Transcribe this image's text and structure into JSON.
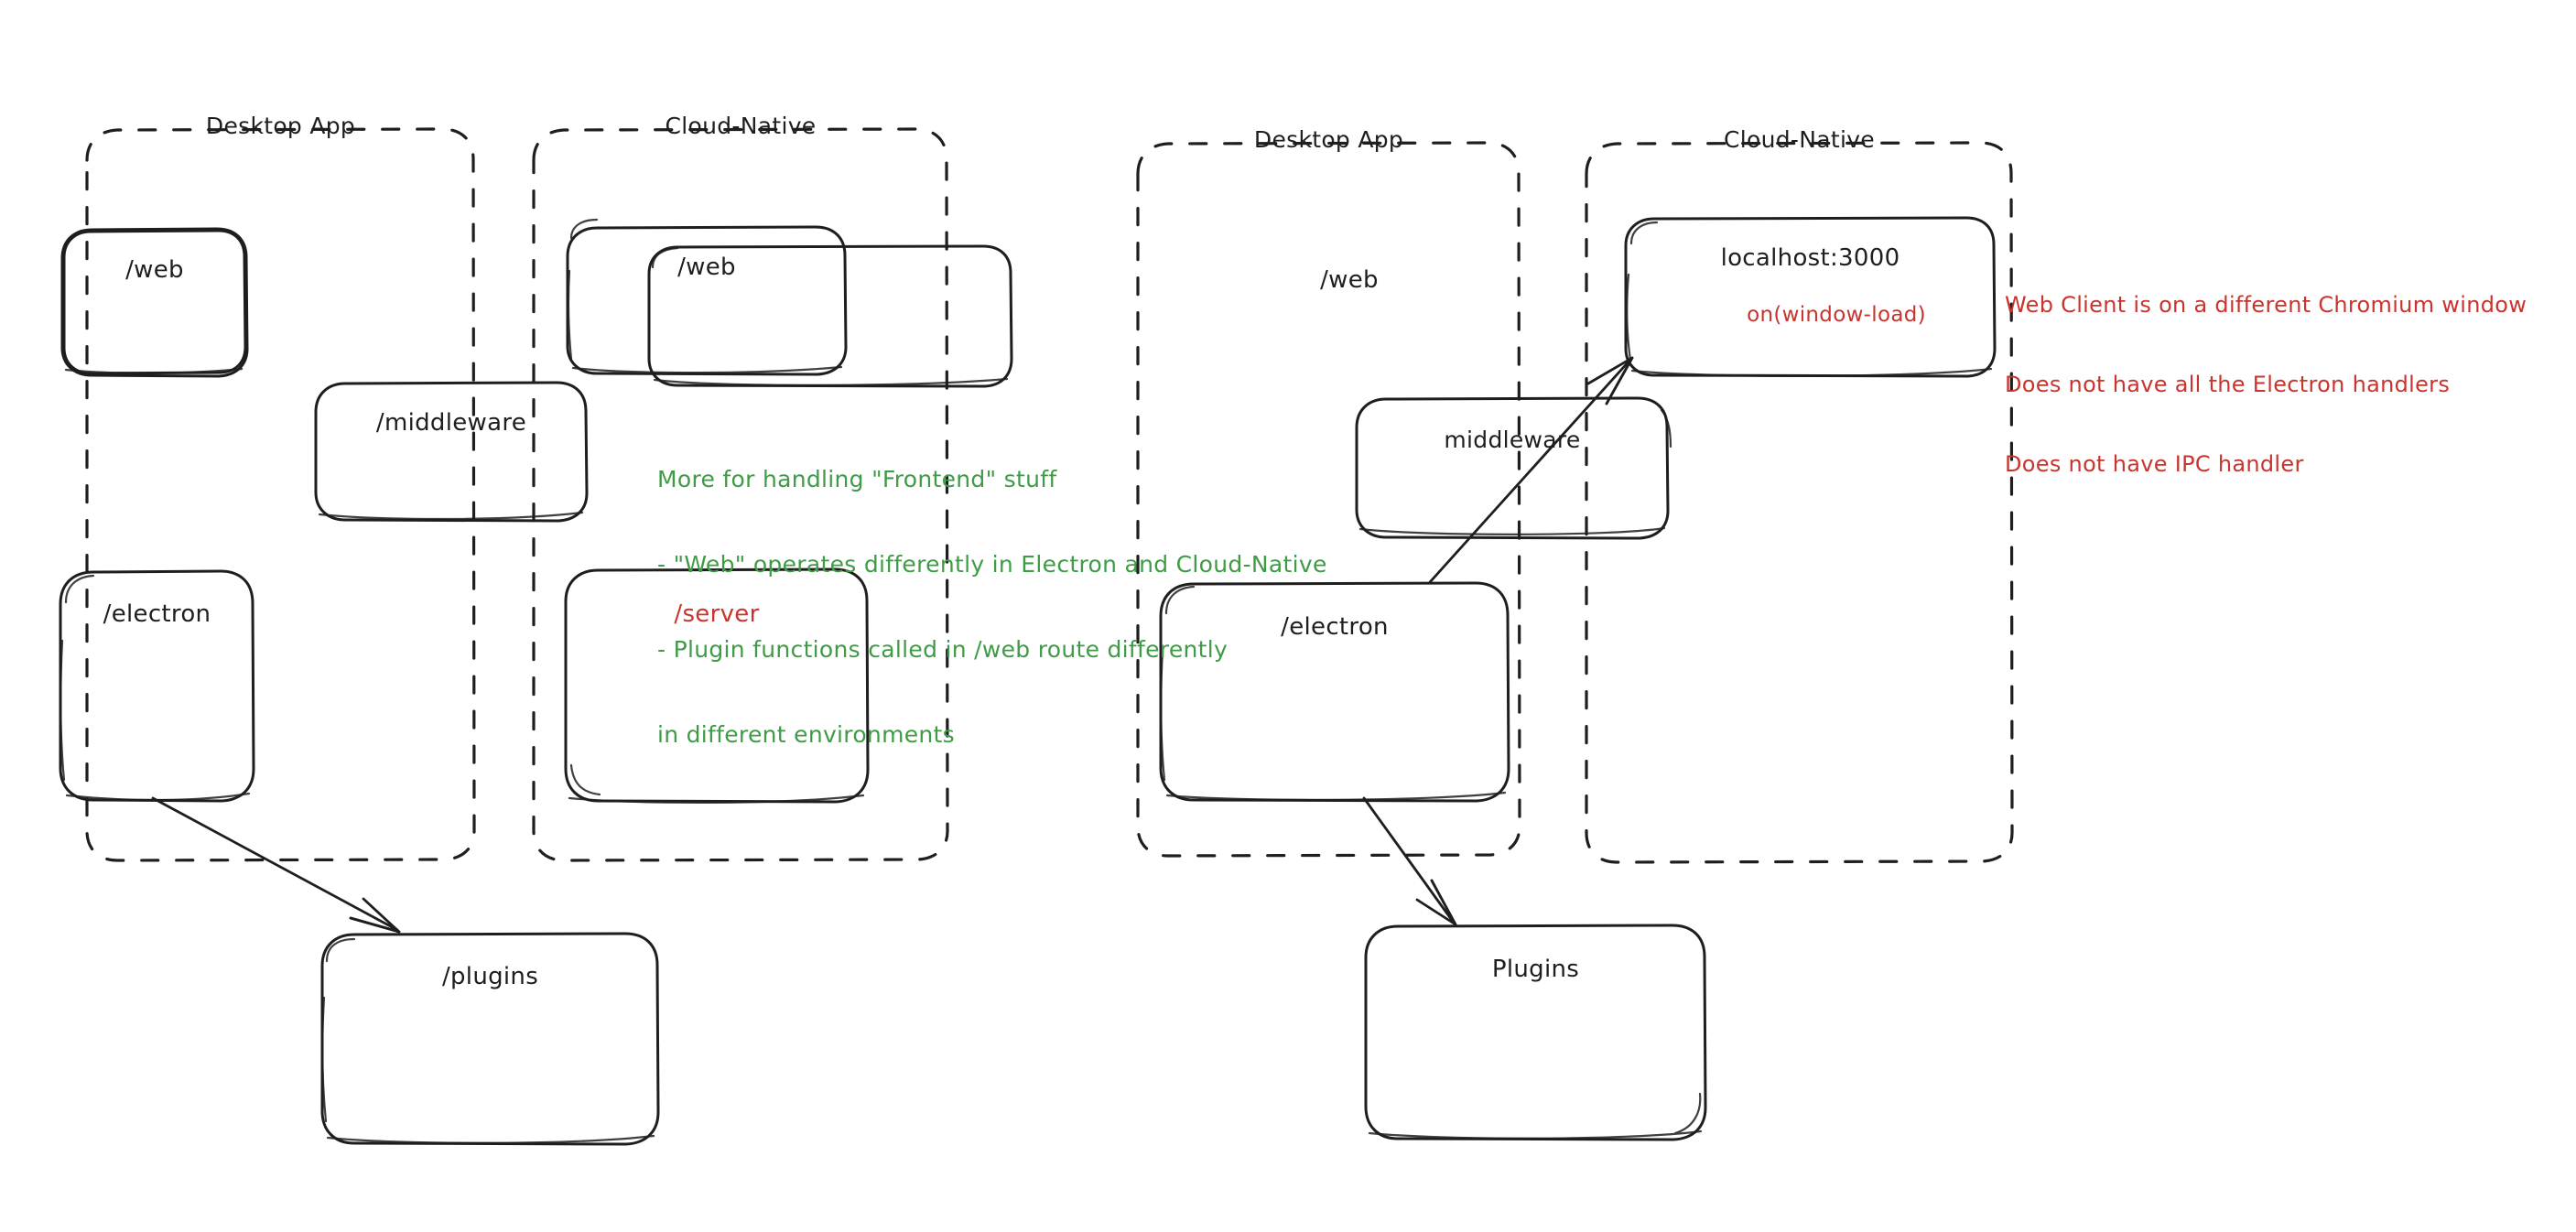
{
  "diagram": {
    "title_hidden": "",
    "colors": {
      "ink": "#1e1e1e",
      "green": "#3f9b46",
      "red": "#c9342e",
      "background": "#ffffff"
    },
    "left_diagram": {
      "groups": [
        {
          "id": "left-desktop-app",
          "label": "Desktop App"
        },
        {
          "id": "left-cloud-native",
          "label": "Cloud-Native"
        }
      ],
      "boxes": [
        {
          "id": "left-desktop-web",
          "label": "/web"
        },
        {
          "id": "left-cloud-web",
          "label": "/web"
        },
        {
          "id": "left-middleware",
          "label": "/middleware"
        },
        {
          "id": "left-electron",
          "label": "/electron"
        },
        {
          "id": "left-server",
          "label": "/server"
        },
        {
          "id": "left-plugins",
          "label": "/plugins"
        }
      ],
      "note_green": {
        "lines": [
          "More for handling \"Frontend\" stuff",
          "- \"Web\" operates differently in Electron and Cloud-Native",
          "- Plugin functions called in /web route differently",
          "in different environments"
        ]
      }
    },
    "right_diagram": {
      "groups": [
        {
          "id": "right-desktop-app",
          "label": "Desktop App"
        },
        {
          "id": "right-cloud-native",
          "label": "Cloud-Native"
        }
      ],
      "boxes": [
        {
          "id": "right-desktop-web",
          "label": "/web"
        },
        {
          "id": "right-localhost",
          "label": "localhost:3000",
          "sublabel": "on(window-load)"
        },
        {
          "id": "right-middleware",
          "label": "middleware"
        },
        {
          "id": "right-electron",
          "label": "/electron"
        },
        {
          "id": "right-plugins",
          "label": "Plugins"
        }
      ],
      "note_red": {
        "lines": [
          "Web Client is on a different Chromium window",
          "Does not have all the Electron handlers",
          "Does not have IPC handler"
        ]
      }
    }
  }
}
